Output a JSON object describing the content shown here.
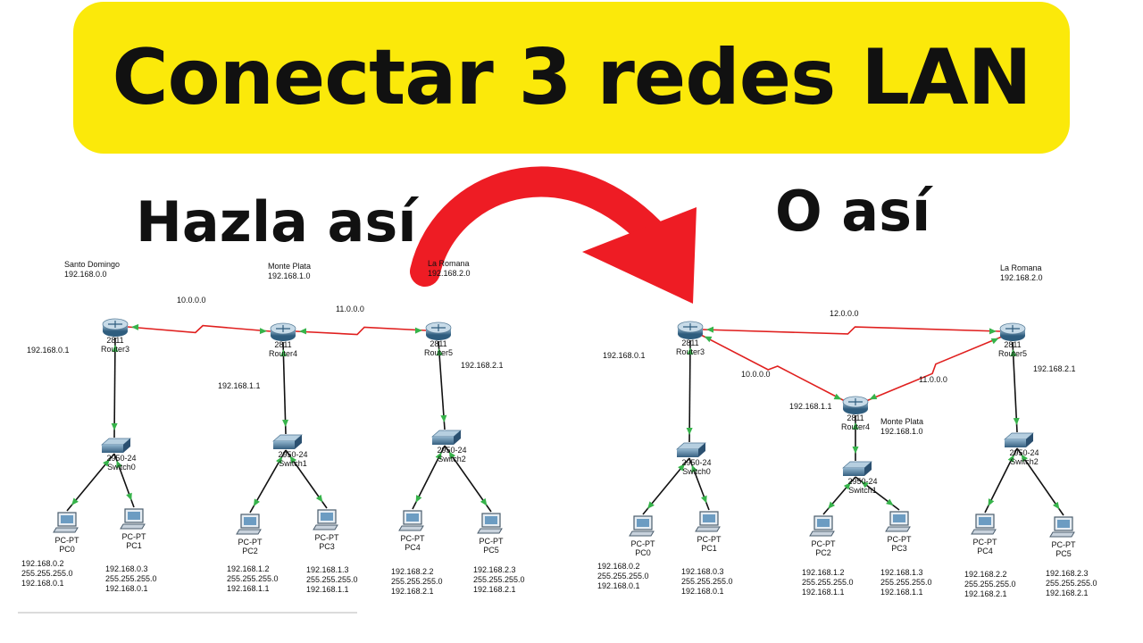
{
  "title": "Conectar 3 redes LAN",
  "caption_left": "Hazla así",
  "caption_right": "O así",
  "colors": {
    "banner": "#fbe90a",
    "arrow": "#ee1c24",
    "serial_link": "#e0201f",
    "port_up": "#36b34a"
  },
  "left": {
    "nets": [
      {
        "name": "Santo Domingo",
        "net": "192.168.0.0"
      },
      {
        "name": "Monte Plata",
        "net": "192.168.1.0"
      },
      {
        "name": "La Romana",
        "net": "192.168.2.0"
      }
    ],
    "wan": [
      "10.0.0.0",
      "11.0.0.0"
    ],
    "routers": [
      {
        "model": "2811",
        "name": "Router3",
        "gw": "192.168.0.1"
      },
      {
        "model": "2811",
        "name": "Router4",
        "gw": "192.168.1.1"
      },
      {
        "model": "2811",
        "name": "Router5",
        "gw": "192.168.2.1"
      }
    ],
    "switches": [
      {
        "model": "2950-24",
        "name": "Switch0"
      },
      {
        "model": "2950-24",
        "name": "Switch1"
      },
      {
        "model": "2950-24",
        "name": "Switch2"
      }
    ],
    "pcs": [
      {
        "model": "PC-PT",
        "name": "PC0",
        "ip": "192.168.0.2",
        "mask": "255.255.255.0",
        "gw": "192.168.0.1"
      },
      {
        "model": "PC-PT",
        "name": "PC1",
        "ip": "192.168.0.3",
        "mask": "255.255.255.0",
        "gw": "192.168.0.1"
      },
      {
        "model": "PC-PT",
        "name": "PC2",
        "ip": "192.168.1.2",
        "mask": "255.255.255.0",
        "gw": "192.168.1.1"
      },
      {
        "model": "PC-PT",
        "name": "PC3",
        "ip": "192.168.1.3",
        "mask": "255.255.255.0",
        "gw": "192.168.1.1"
      },
      {
        "model": "PC-PT",
        "name": "PC4",
        "ip": "192.168.2.2",
        "mask": "255.255.255.0",
        "gw": "192.168.2.1"
      },
      {
        "model": "PC-PT",
        "name": "PC5",
        "ip": "192.168.2.3",
        "mask": "255.255.255.0",
        "gw": "192.168.2.1"
      }
    ]
  },
  "right": {
    "nets": [
      {
        "name": "Monte Plata",
        "net": "192.168.1.0"
      },
      {
        "name": "La Romana",
        "net": "192.168.2.0"
      }
    ],
    "wan": [
      "12.0.0.0",
      "10.0.0.0",
      "11.0.0.0"
    ],
    "routers": [
      {
        "model": "2811",
        "name": "Router3",
        "gw": "192.168.0.1"
      },
      {
        "model": "2811",
        "name": "Router4",
        "gw": "192.168.1.1"
      },
      {
        "model": "2811",
        "name": "Router5",
        "gw": "192.168.2.1"
      }
    ],
    "switches": [
      {
        "model": "2950-24",
        "name": "Switch0"
      },
      {
        "model": "2950-24",
        "name": "Switch1"
      },
      {
        "model": "2950-24",
        "name": "Switch2"
      }
    ],
    "pcs": [
      {
        "model": "PC-PT",
        "name": "PC0",
        "ip": "192.168.0.2",
        "mask": "255.255.255.0",
        "gw": "192.168.0.1"
      },
      {
        "model": "PC-PT",
        "name": "PC1",
        "ip": "192.168.0.3",
        "mask": "255.255.255.0",
        "gw": "192.168.0.1"
      },
      {
        "model": "PC-PT",
        "name": "PC2",
        "ip": "192.168.1.2",
        "mask": "255.255.255.0",
        "gw": "192.168.1.1"
      },
      {
        "model": "PC-PT",
        "name": "PC3",
        "ip": "192.168.1.3",
        "mask": "255.255.255.0",
        "gw": "192.168.1.1"
      },
      {
        "model": "PC-PT",
        "name": "PC4",
        "ip": "192.168.2.2",
        "mask": "255.255.255.0",
        "gw": "192.168.2.1"
      },
      {
        "model": "PC-PT",
        "name": "PC5",
        "ip": "192.168.2.3",
        "mask": "255.255.255.0",
        "gw": "192.168.2.1"
      }
    ]
  }
}
